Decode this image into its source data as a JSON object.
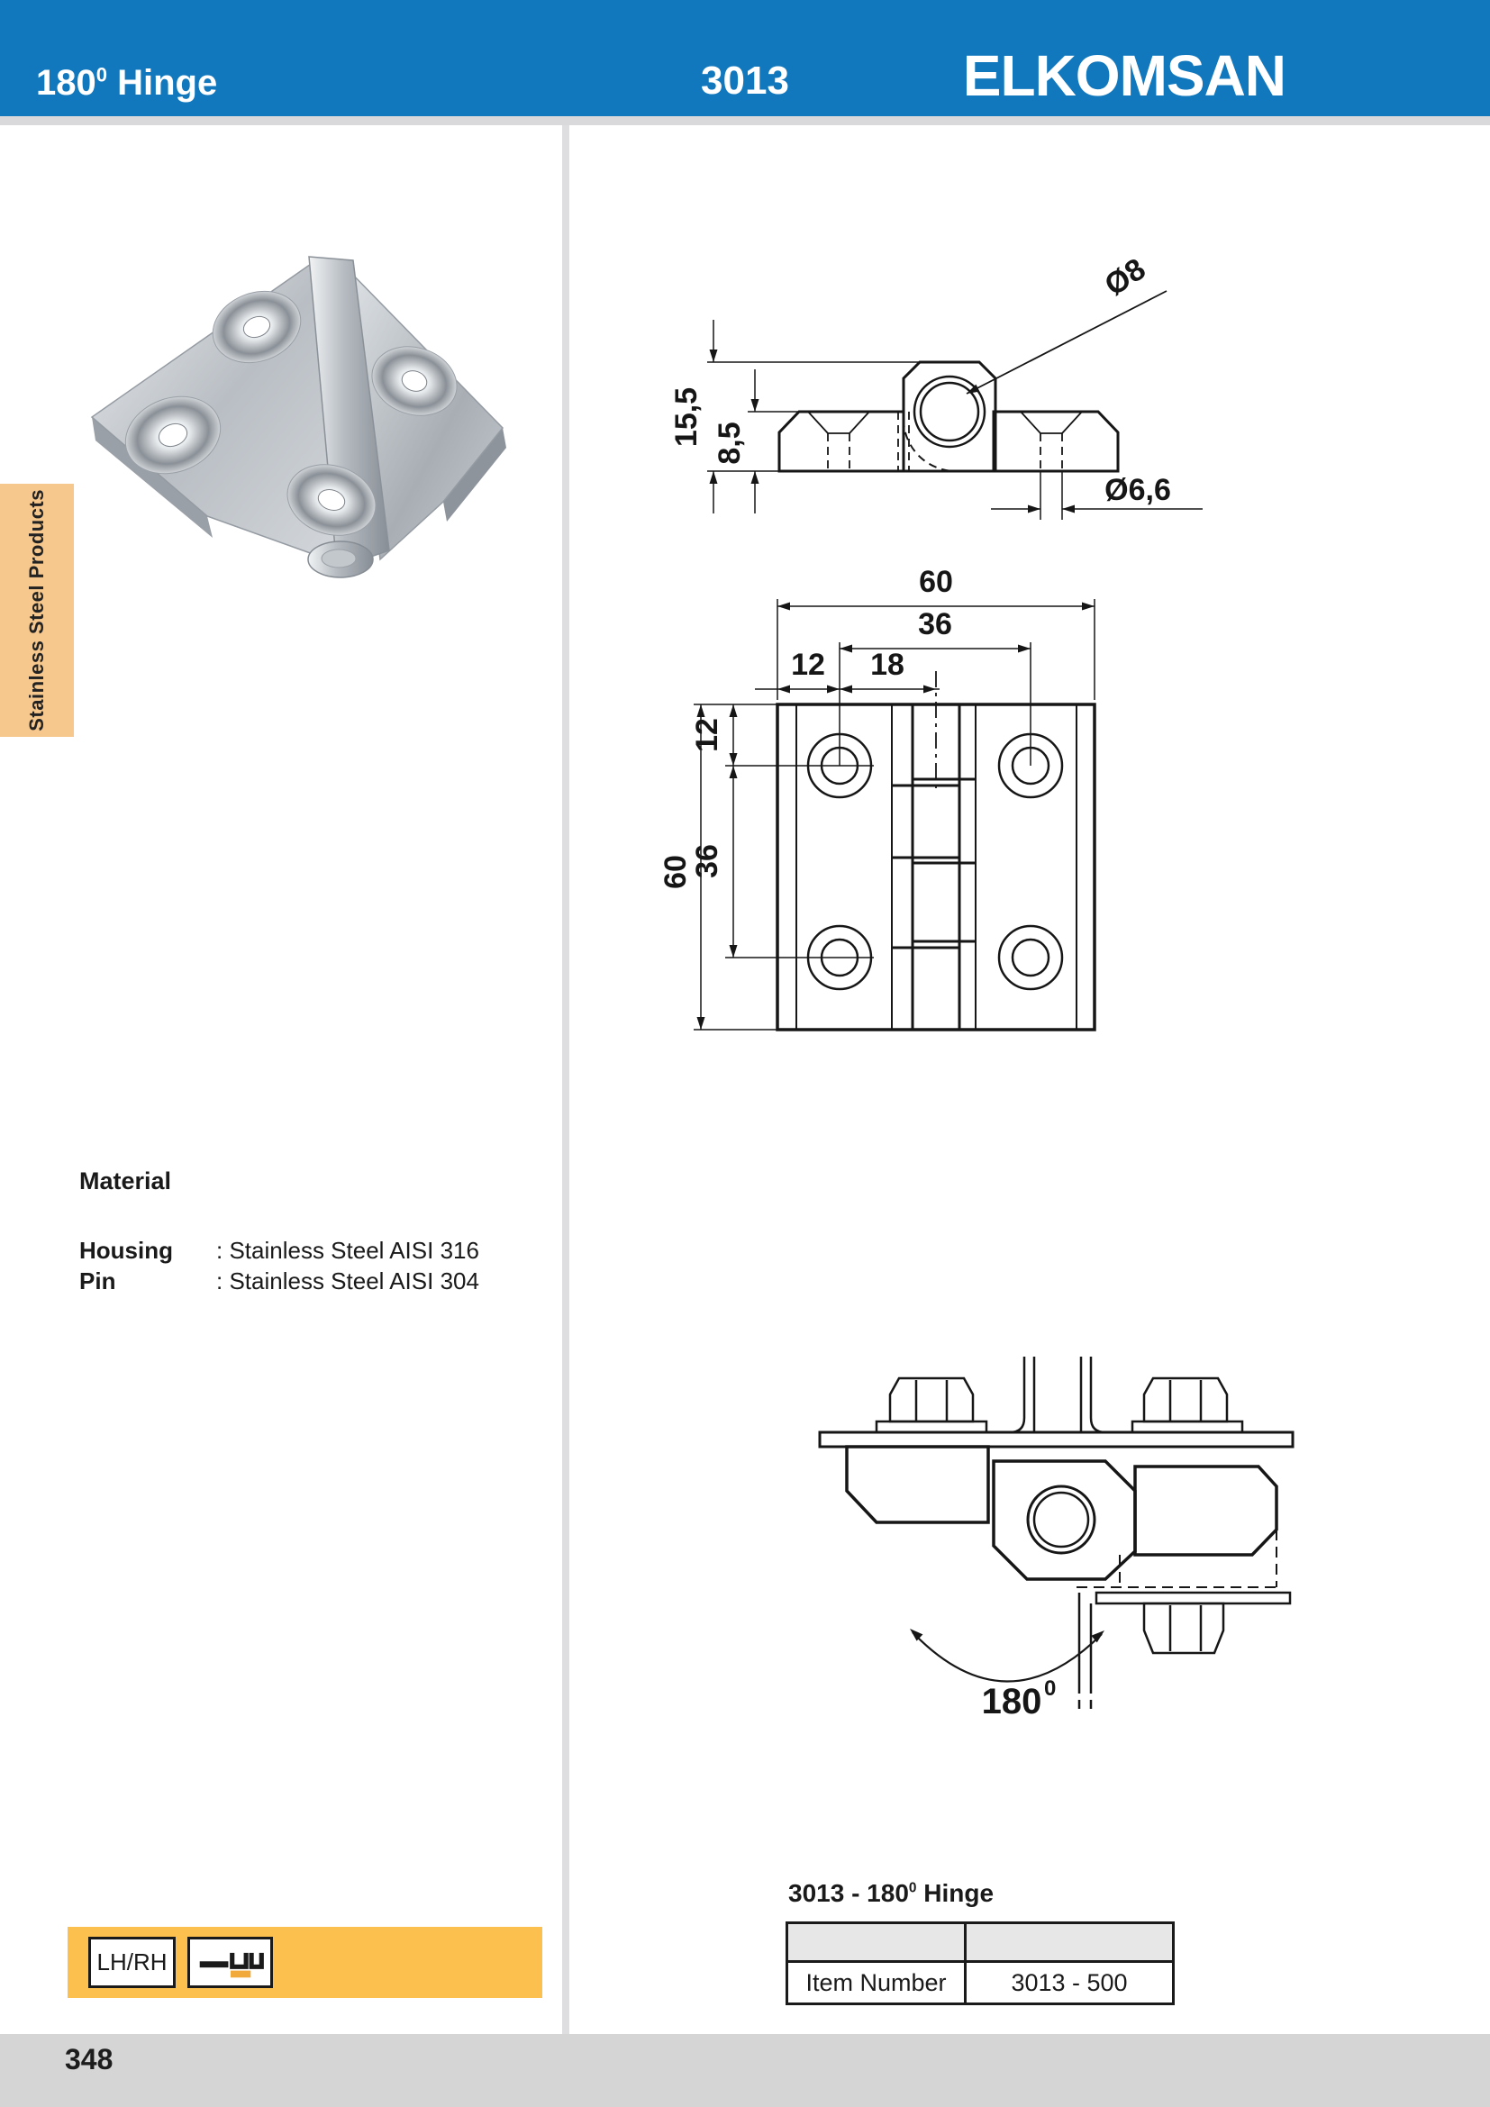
{
  "colors": {
    "header_blue": "#1178BE",
    "tab_orange": "#F7C88D",
    "bar_orange": "#FBC04D",
    "icon_orange": "#F2A93B",
    "footer_gray": "#D5D5D5",
    "table_header_gray": "#E7E7E7"
  },
  "header": {
    "product_title_base": "180",
    "product_title_sup": "0",
    "product_title_rest": " Hinge",
    "model_number": "3013",
    "brand": "ELKOMSAN"
  },
  "sidebar": {
    "category_label": "Stainless Steel Products"
  },
  "material": {
    "heading": "Material",
    "rows": [
      {
        "label": "Housing",
        "value": ": Stainless Steel AISI 316"
      },
      {
        "label": "Pin",
        "value": ": Stainless Steel AISI 304"
      }
    ]
  },
  "drawings": {
    "side_view": {
      "dim_overall_height": "15,5",
      "dim_leaf_height": "8,5",
      "dim_pin_diameter": "Ø8",
      "dim_hole_diameter": "Ø6,6"
    },
    "front_view": {
      "dim_overall_width": "60",
      "dim_hole_spacing_h": "36",
      "dim_edge_to_hole": "12",
      "dim_hole_to_center": "18",
      "dim_top_to_hole": "12",
      "dim_hole_spacing_v": "36",
      "dim_overall_height": "60"
    },
    "mounted_view": {
      "angle_base": "180",
      "angle_sup": "0"
    }
  },
  "product_table": {
    "title_base": "3013 - 180",
    "title_sup": "0",
    "title_rest": " Hinge",
    "columns": [
      "",
      ""
    ],
    "rows": [
      {
        "label": "Item Number",
        "value": "3013 - 500"
      }
    ]
  },
  "badges": {
    "handing": "LH/RH"
  },
  "footer": {
    "page_number": "348"
  }
}
